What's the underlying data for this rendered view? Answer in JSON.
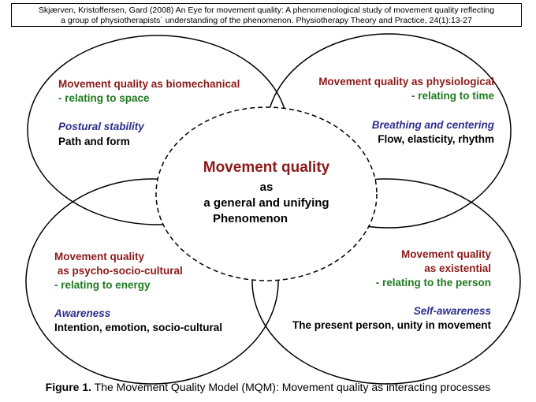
{
  "citation": {
    "line1": "Skjærven, Kristoffersen, Gard (2008) An Eye for movement quality: A phenomenological study of movement quality reflecting",
    "line2": "a group of physiotherapists` understanding of the phenomenon. Physiotherapy Theory and Practice, 24(1):13-27"
  },
  "quadrants": {
    "top_left": {
      "title": "Movement quality as biomechanical",
      "relation": "- relating to space",
      "aspect": "Postural stability",
      "detail": "Path and form"
    },
    "top_right": {
      "title": "Movement quality as physiological",
      "relation": "- relating to time",
      "aspect": "Breathing and centering",
      "detail": "Flow,  elasticity, rhythm"
    },
    "bottom_left": {
      "title_line1": "Movement quality",
      "title_line2": " as psycho-socio-cultural",
      "relation": "- relating to energy",
      "aspect": "Awareness",
      "detail": "Intention, emotion, socio-cultural"
    },
    "bottom_right": {
      "title_line1": "Movement quality",
      "title_line2": "as existential",
      "relation": "- relating to the person",
      "aspect": "Self-awareness",
      "detail": "The present person, unity in movement"
    }
  },
  "center": {
    "title": "Movement quality",
    "line2": "as",
    "line3": "a general and unifying",
    "line4": "Phenomenon"
  },
  "caption": {
    "label": "Figure 1.",
    "text": " The Movement Quality Model (MQM): Movement quality as interacting processes"
  },
  "colors": {
    "title": "#8b1a1a",
    "relation": "#1f7a1f",
    "aspect": "#2e2e8c",
    "detail": "#000000"
  }
}
